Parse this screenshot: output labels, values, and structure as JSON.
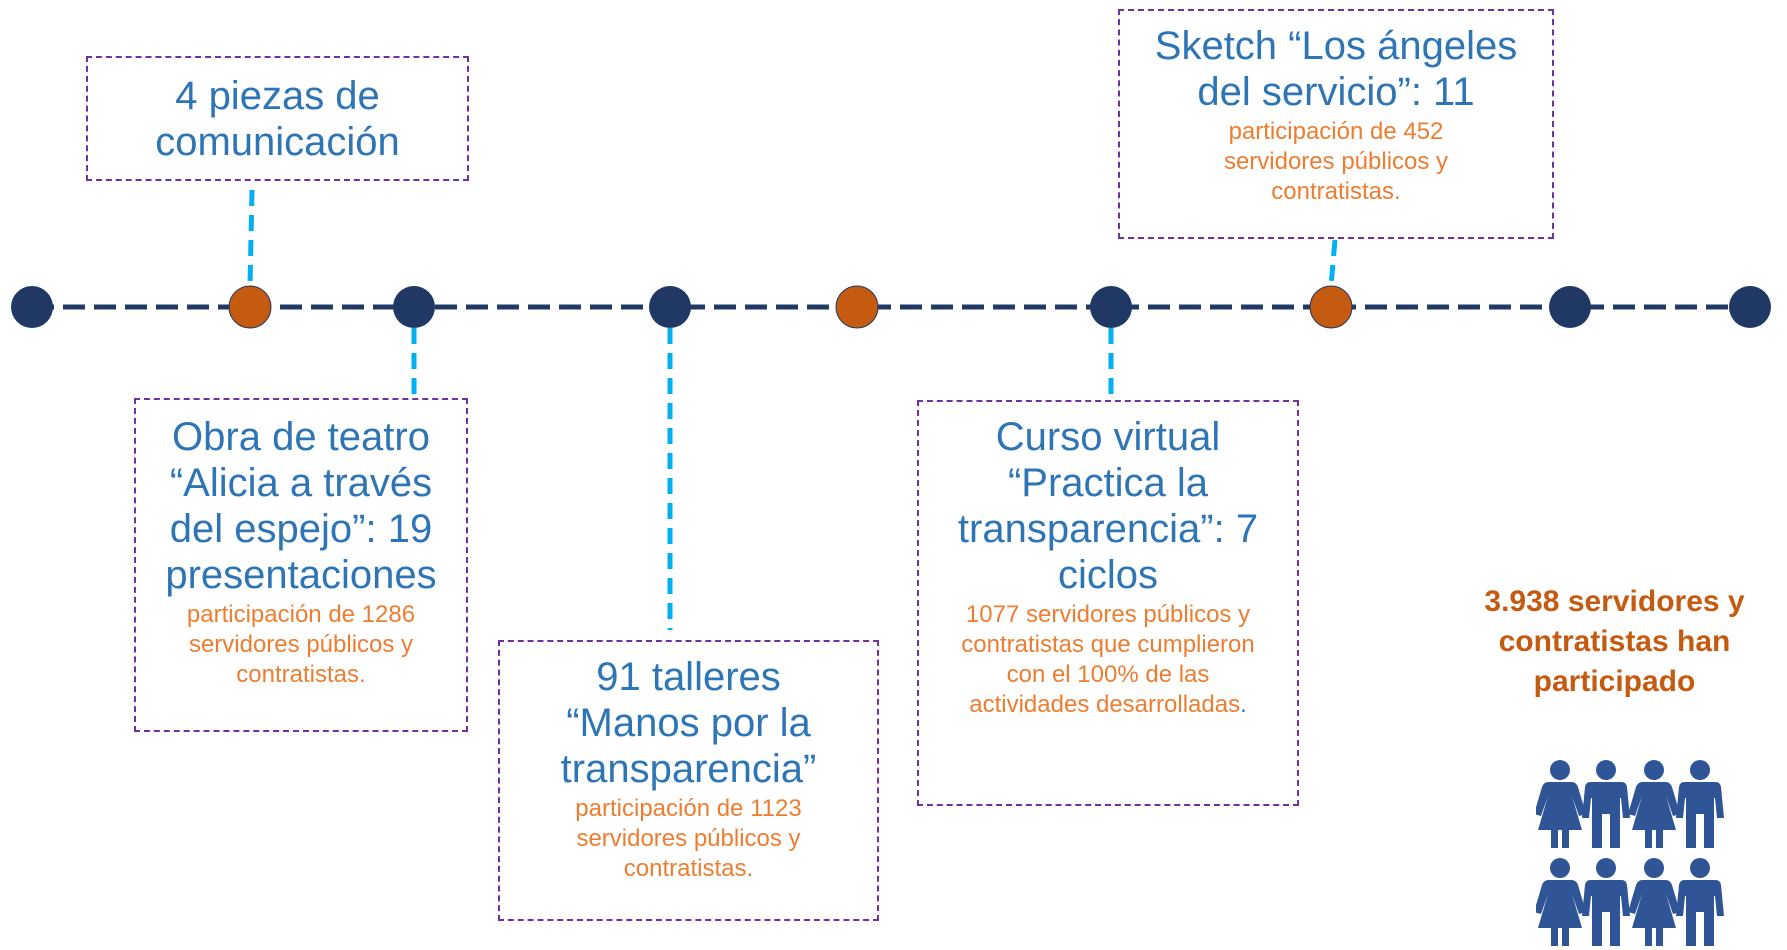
{
  "colors": {
    "timeline": "#1f3864",
    "node_dark": "#203864",
    "node_orange": "#c55a11",
    "connector": "#00b0f0",
    "box_border": "#7030a0",
    "title_text": "#2e75b6",
    "detail_text": "#ed7d31",
    "summary_text": "#c55a11",
    "people_icon": "#2f5597"
  },
  "items": {
    "communication": {
      "title": "4 piezas de comunicación"
    },
    "sketch": {
      "title": "Sketch “Los ángeles del servicio”: 11",
      "detail": "participación de 452 servidores públicos y contratistas."
    },
    "theater": {
      "title": "Obra de teatro “Alicia a través del espejo”: 19 presentaciones",
      "detail": "participación de 1286 servidores públicos y contratistas."
    },
    "workshops": {
      "title": "91 talleres “Manos por la transparencia”",
      "detail": "participación de 1123 servidores públicos y contratistas."
    },
    "course": {
      "title": "Curso virtual “Practica la transparencia”: 7 ciclos",
      "detail": "1077 servidores públicos y contratistas que cumplieron con el 100% de las actividades desarrolladas",
      "detail_end": "."
    }
  },
  "summary": {
    "text": "3.938 servidores y\ncontratistas han\nparticipado"
  },
  "icons": {
    "people": "people-group-icon"
  }
}
